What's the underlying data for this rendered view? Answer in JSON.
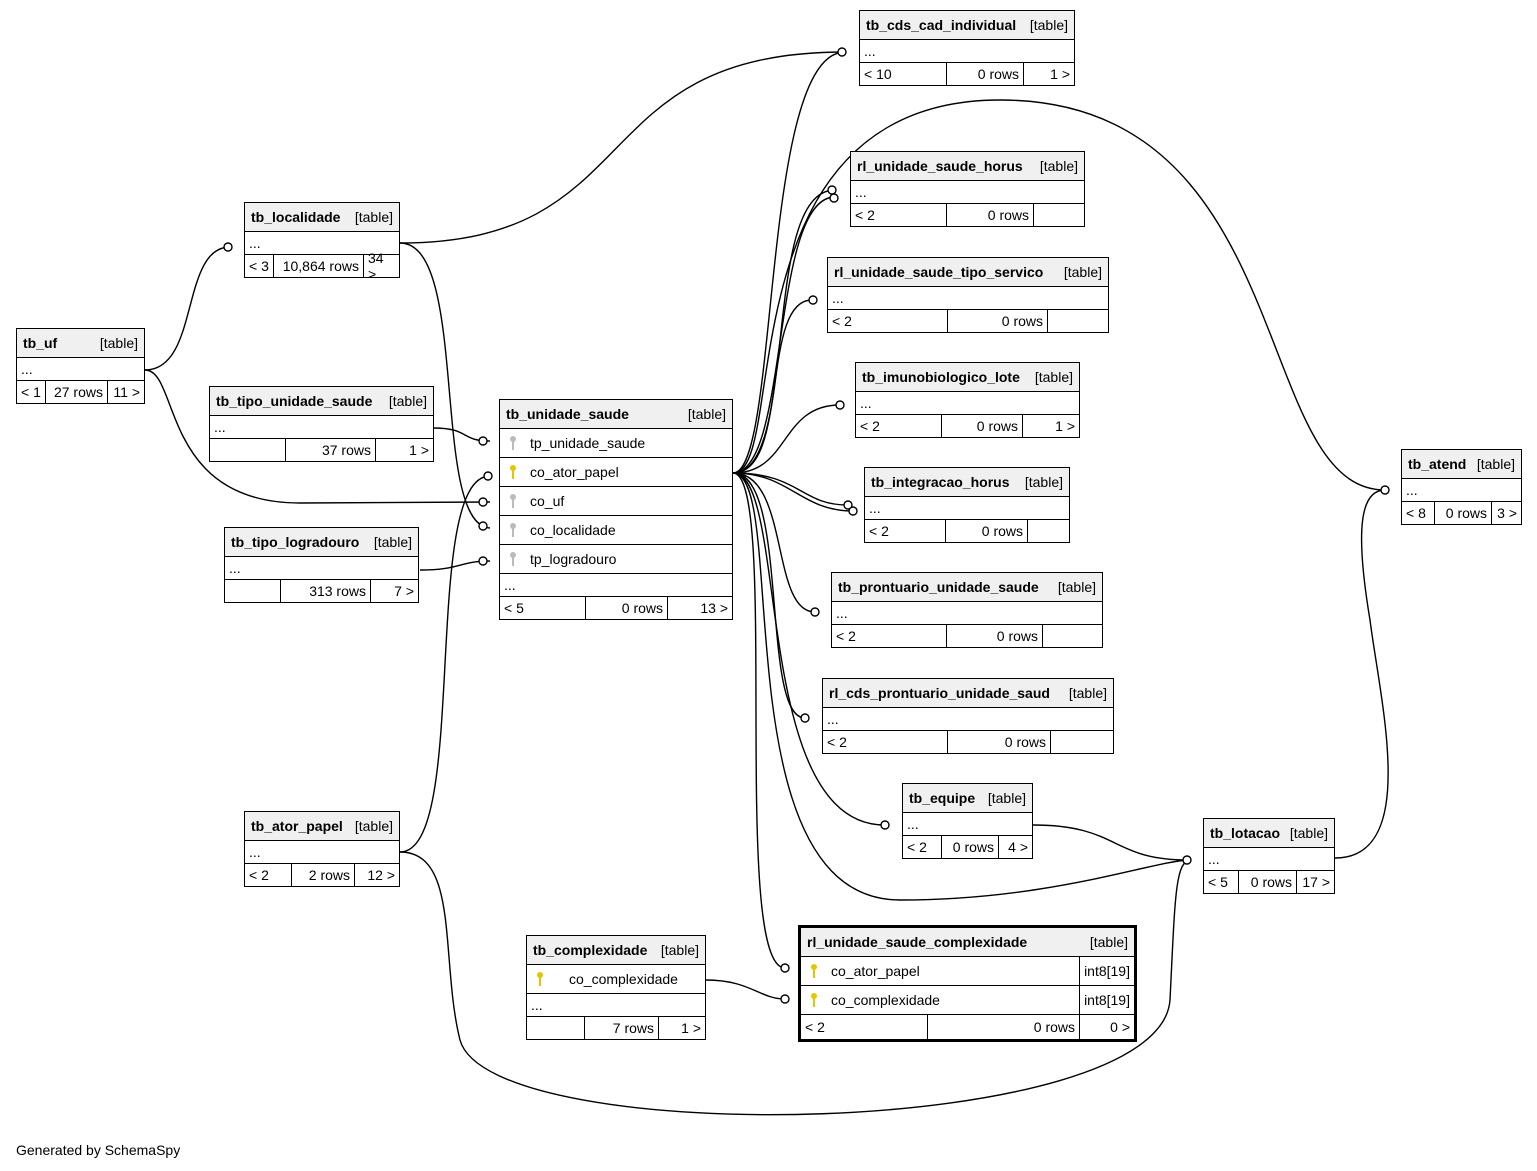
{
  "footer": "Generated by SchemaSpy",
  "tables": [
    {
      "id": "tb_cds_cad_individual",
      "name": "tb_cds_cad_individual",
      "type": "[table]",
      "dots": "...",
      "foot": [
        "< 10",
        "0 rows",
        "1 >"
      ]
    },
    {
      "id": "rl_unidade_saude_horus",
      "name": "rl_unidade_saude_horus",
      "type": "[table]",
      "dots": "...",
      "foot": [
        "< 2",
        "0 rows",
        ""
      ]
    },
    {
      "id": "rl_unidade_saude_tipo_servico",
      "name": "rl_unidade_saude_tipo_servico",
      "type": "[table]",
      "dots": "...",
      "foot": [
        "< 2",
        "0 rows",
        ""
      ]
    },
    {
      "id": "tb_imunobiologico_lote",
      "name": "tb_imunobiologico_lote",
      "type": "[table]",
      "dots": "...",
      "foot": [
        "< 2",
        "0 rows",
        "1 >"
      ]
    },
    {
      "id": "tb_integracao_horus",
      "name": "tb_integracao_horus",
      "type": "[table]",
      "dots": "...",
      "foot": [
        "< 2",
        "0 rows",
        ""
      ]
    },
    {
      "id": "tb_prontuario_unidade_saude",
      "name": "tb_prontuario_unidade_saude",
      "type": "[table]",
      "dots": "...",
      "foot": [
        "< 2",
        "0 rows",
        ""
      ]
    },
    {
      "id": "rl_cds_prontuario_unidade_saud",
      "name": "rl_cds_prontuario_unidade_saud",
      "type": "[table]",
      "dots": "...",
      "foot": [
        "< 2",
        "0 rows",
        ""
      ]
    },
    {
      "id": "tb_equipe",
      "name": "tb_equipe",
      "type": "[table]",
      "dots": "...",
      "foot": [
        "< 2",
        "0 rows",
        "4 >"
      ]
    },
    {
      "id": "tb_localidade",
      "name": "tb_localidade",
      "type": "[table]",
      "dots": "...",
      "foot": [
        "< 3",
        "10,864 rows",
        "34 >"
      ]
    },
    {
      "id": "tb_uf",
      "name": "tb_uf",
      "type": "[table]",
      "dots": "...",
      "foot": [
        "< 1",
        "27 rows",
        "11 >"
      ]
    },
    {
      "id": "tb_tipo_unidade_saude",
      "name": "tb_tipo_unidade_saude",
      "type": "[table]",
      "dots": "...",
      "foot": [
        "",
        "37 rows",
        "1 >"
      ]
    },
    {
      "id": "tb_tipo_logradouro",
      "name": "tb_tipo_logradouro",
      "type": "[table]",
      "dots": "...",
      "foot": [
        "",
        "313 rows",
        "7 >"
      ]
    },
    {
      "id": "tb_ator_papel",
      "name": "tb_ator_papel",
      "type": "[table]",
      "dots": "...",
      "foot": [
        "< 2",
        "2 rows",
        "12 >"
      ]
    },
    {
      "id": "tb_atend",
      "name": "tb_atend",
      "type": "[table]",
      "dots": "...",
      "foot": [
        "< 8",
        "0 rows",
        "3 >"
      ]
    },
    {
      "id": "tb_lotacao",
      "name": "tb_lotacao",
      "type": "[table]",
      "dots": "...",
      "foot": [
        "< 5",
        "0 rows",
        "17 >"
      ]
    },
    {
      "id": "tb_unidade_saude",
      "name": "tb_unidade_saude",
      "type": "[table]",
      "dots": "...",
      "foot": [
        "< 5",
        "0 rows",
        "13 >"
      ],
      "columns": [
        {
          "name": "tp_unidade_saude",
          "key": "gray"
        },
        {
          "name": "co_ator_papel",
          "key": "gold"
        },
        {
          "name": "co_uf",
          "key": "gray"
        },
        {
          "name": "co_localidade",
          "key": "gray"
        },
        {
          "name": "tp_logradouro",
          "key": "gray"
        }
      ]
    },
    {
      "id": "tb_complexidade",
      "name": "tb_complexidade",
      "type": "[table]",
      "dots": "...",
      "foot": [
        "",
        "7 rows",
        "1 >"
      ],
      "columns": [
        {
          "name": "co_complexidade",
          "key": "gold"
        }
      ]
    },
    {
      "id": "rl_unidade_saude_complexidade",
      "name": "rl_unidade_saude_complexidade",
      "type": "[table]",
      "dots": "",
      "foot": [
        "< 2",
        "0 rows",
        "0 >"
      ],
      "columns": [
        {
          "name": "co_ator_papel",
          "key": "gold",
          "dtype": "int8[19]"
        },
        {
          "name": "co_complexidade",
          "key": "gold",
          "dtype": "int8[19]"
        }
      ]
    }
  ]
}
